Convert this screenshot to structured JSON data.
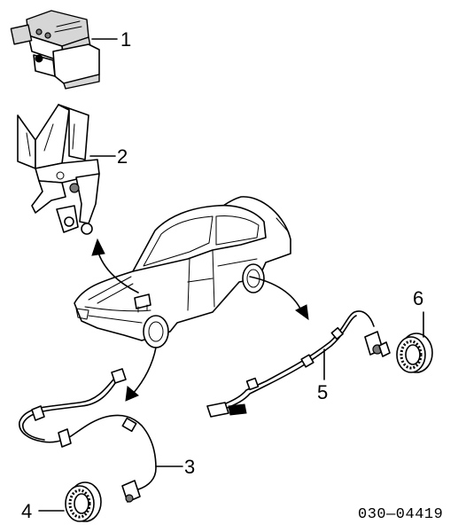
{
  "diagram": {
    "part_code": "030—04419",
    "callouts": [
      {
        "id": "1",
        "label": "1"
      },
      {
        "id": "2",
        "label": "2"
      },
      {
        "id": "3",
        "label": "3"
      },
      {
        "id": "4",
        "label": "4"
      },
      {
        "id": "5",
        "label": "5"
      },
      {
        "id": "6",
        "label": "6"
      }
    ]
  }
}
